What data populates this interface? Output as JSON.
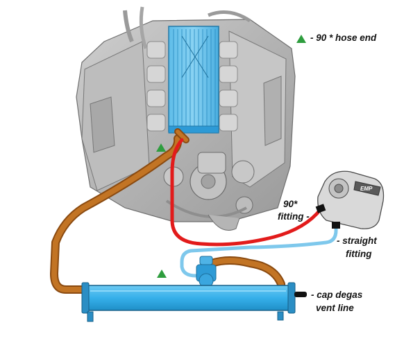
{
  "legend": {
    "marker": "green-triangle",
    "text": "- 90 * hose end"
  },
  "labels": {
    "fitting_90_line1": "90*",
    "fitting_90_line2": "fitting -",
    "straight_line1": "- straight",
    "straight_line2": "fitting",
    "cap_line1": "- cap degas",
    "cap_line2": "vent line",
    "pump_brand": "EMP"
  },
  "colors": {
    "coolant_hose": "#b86a1e",
    "red_line": "#e21b1b",
    "blue_line": "#7ec8ec",
    "intercooler": "#3aa8e0",
    "heat_exchanger": "#36b0ea",
    "marker": "#2e9d3e"
  }
}
